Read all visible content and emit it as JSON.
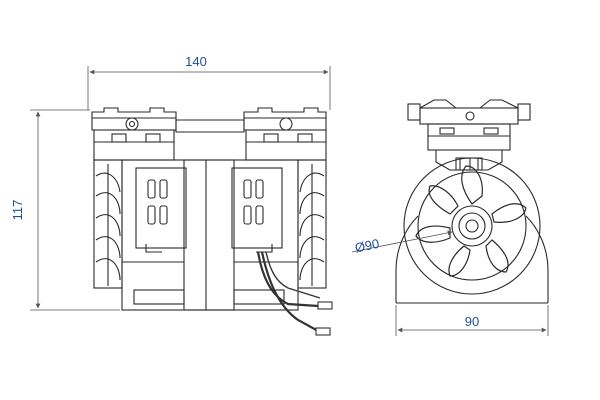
{
  "dimensions": {
    "front_width": "140",
    "front_height": "117",
    "side_diameter": "Ø90",
    "side_width": "90"
  },
  "colors": {
    "line": "#2a2a2a",
    "dimension_text": "#1f4e9c",
    "dimension_line": "#555555",
    "cable": "#333333"
  }
}
